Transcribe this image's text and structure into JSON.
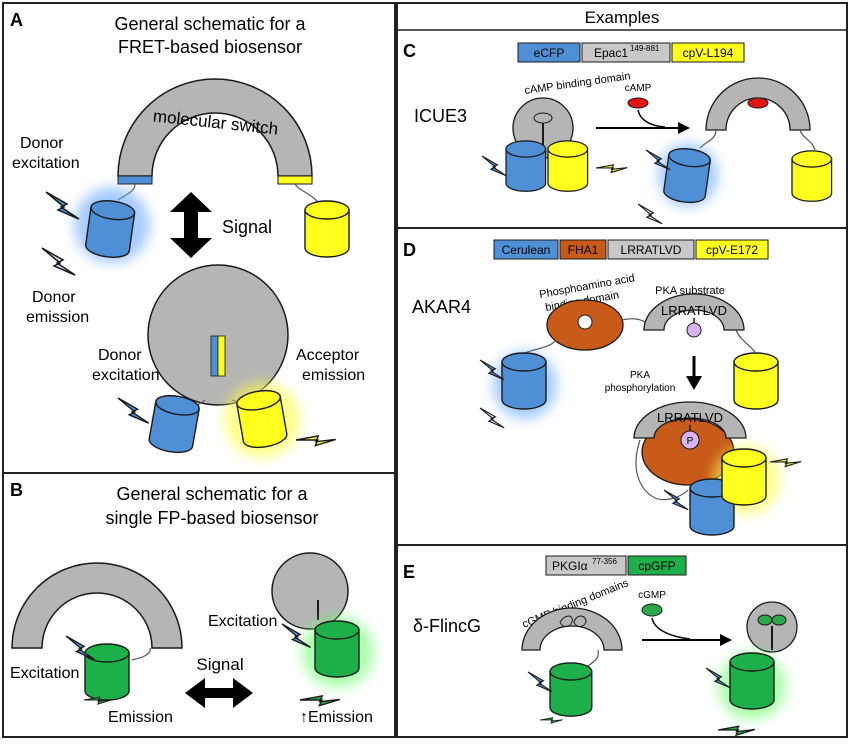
{
  "panels": {
    "A": {
      "letter": "A",
      "title_line1": "General schematic for a",
      "title_line2": "FRET-based biosensor",
      "switch_label": "molecular switch",
      "signal_label": "Signal",
      "donor_excitation_1": "Donor",
      "donor_excitation_2": "excitation",
      "donor_emission_1": "Donor",
      "donor_emission_2": "emission",
      "donor_excitation_b1": "Donor",
      "donor_excitation_b2": "excitation",
      "acceptor_emission_1": "Acceptor",
      "acceptor_emission_2": "emission"
    },
    "B": {
      "letter": "B",
      "title_line1": "General schematic for a",
      "title_line2": "single FP-based biosensor",
      "excitation_left": "Excitation",
      "emission_left": "Emission",
      "signal_label": "Signal",
      "excitation_right": "Excitation",
      "emission_right": "↑Emission"
    },
    "examples_header": "Examples",
    "C": {
      "letter": "C",
      "name": "ICUE3",
      "bar": [
        "eCFP",
        "Epac1",
        "149-881",
        "cpV-L194"
      ],
      "binding_label": "cAMP binding domain",
      "ligand": "cAMP"
    },
    "D": {
      "letter": "D",
      "name": "AKAR4",
      "bar": [
        "Cerulean",
        "FHA1",
        "LRRATLVD",
        "cpV-E172"
      ],
      "phospho_line1": "Phosphoamino acid",
      "phospho_line2": "binding domain",
      "substrate_label": "PKA substrate",
      "sequence": "LRRATLVD",
      "sequence_bottom": "LRRATLVD",
      "phos_line1": "PKA",
      "phos_line2": "phosphorylation",
      "p_symbol": "P"
    },
    "E": {
      "letter": "E",
      "name": "δ-FlincG",
      "bar": [
        "PKGIα",
        "77-356",
        "cpGFP"
      ],
      "binding_label": "cGMP binding domains",
      "ligand": "cGMP"
    }
  },
  "colors": {
    "blue": "#4f8fd6",
    "yellow": "#ffff1e",
    "green": "#1db04a",
    "gray": "#b5b5b5",
    "orange": "#c85a1a",
    "red": "#e0150f",
    "purple": "#d9b3f2"
  }
}
